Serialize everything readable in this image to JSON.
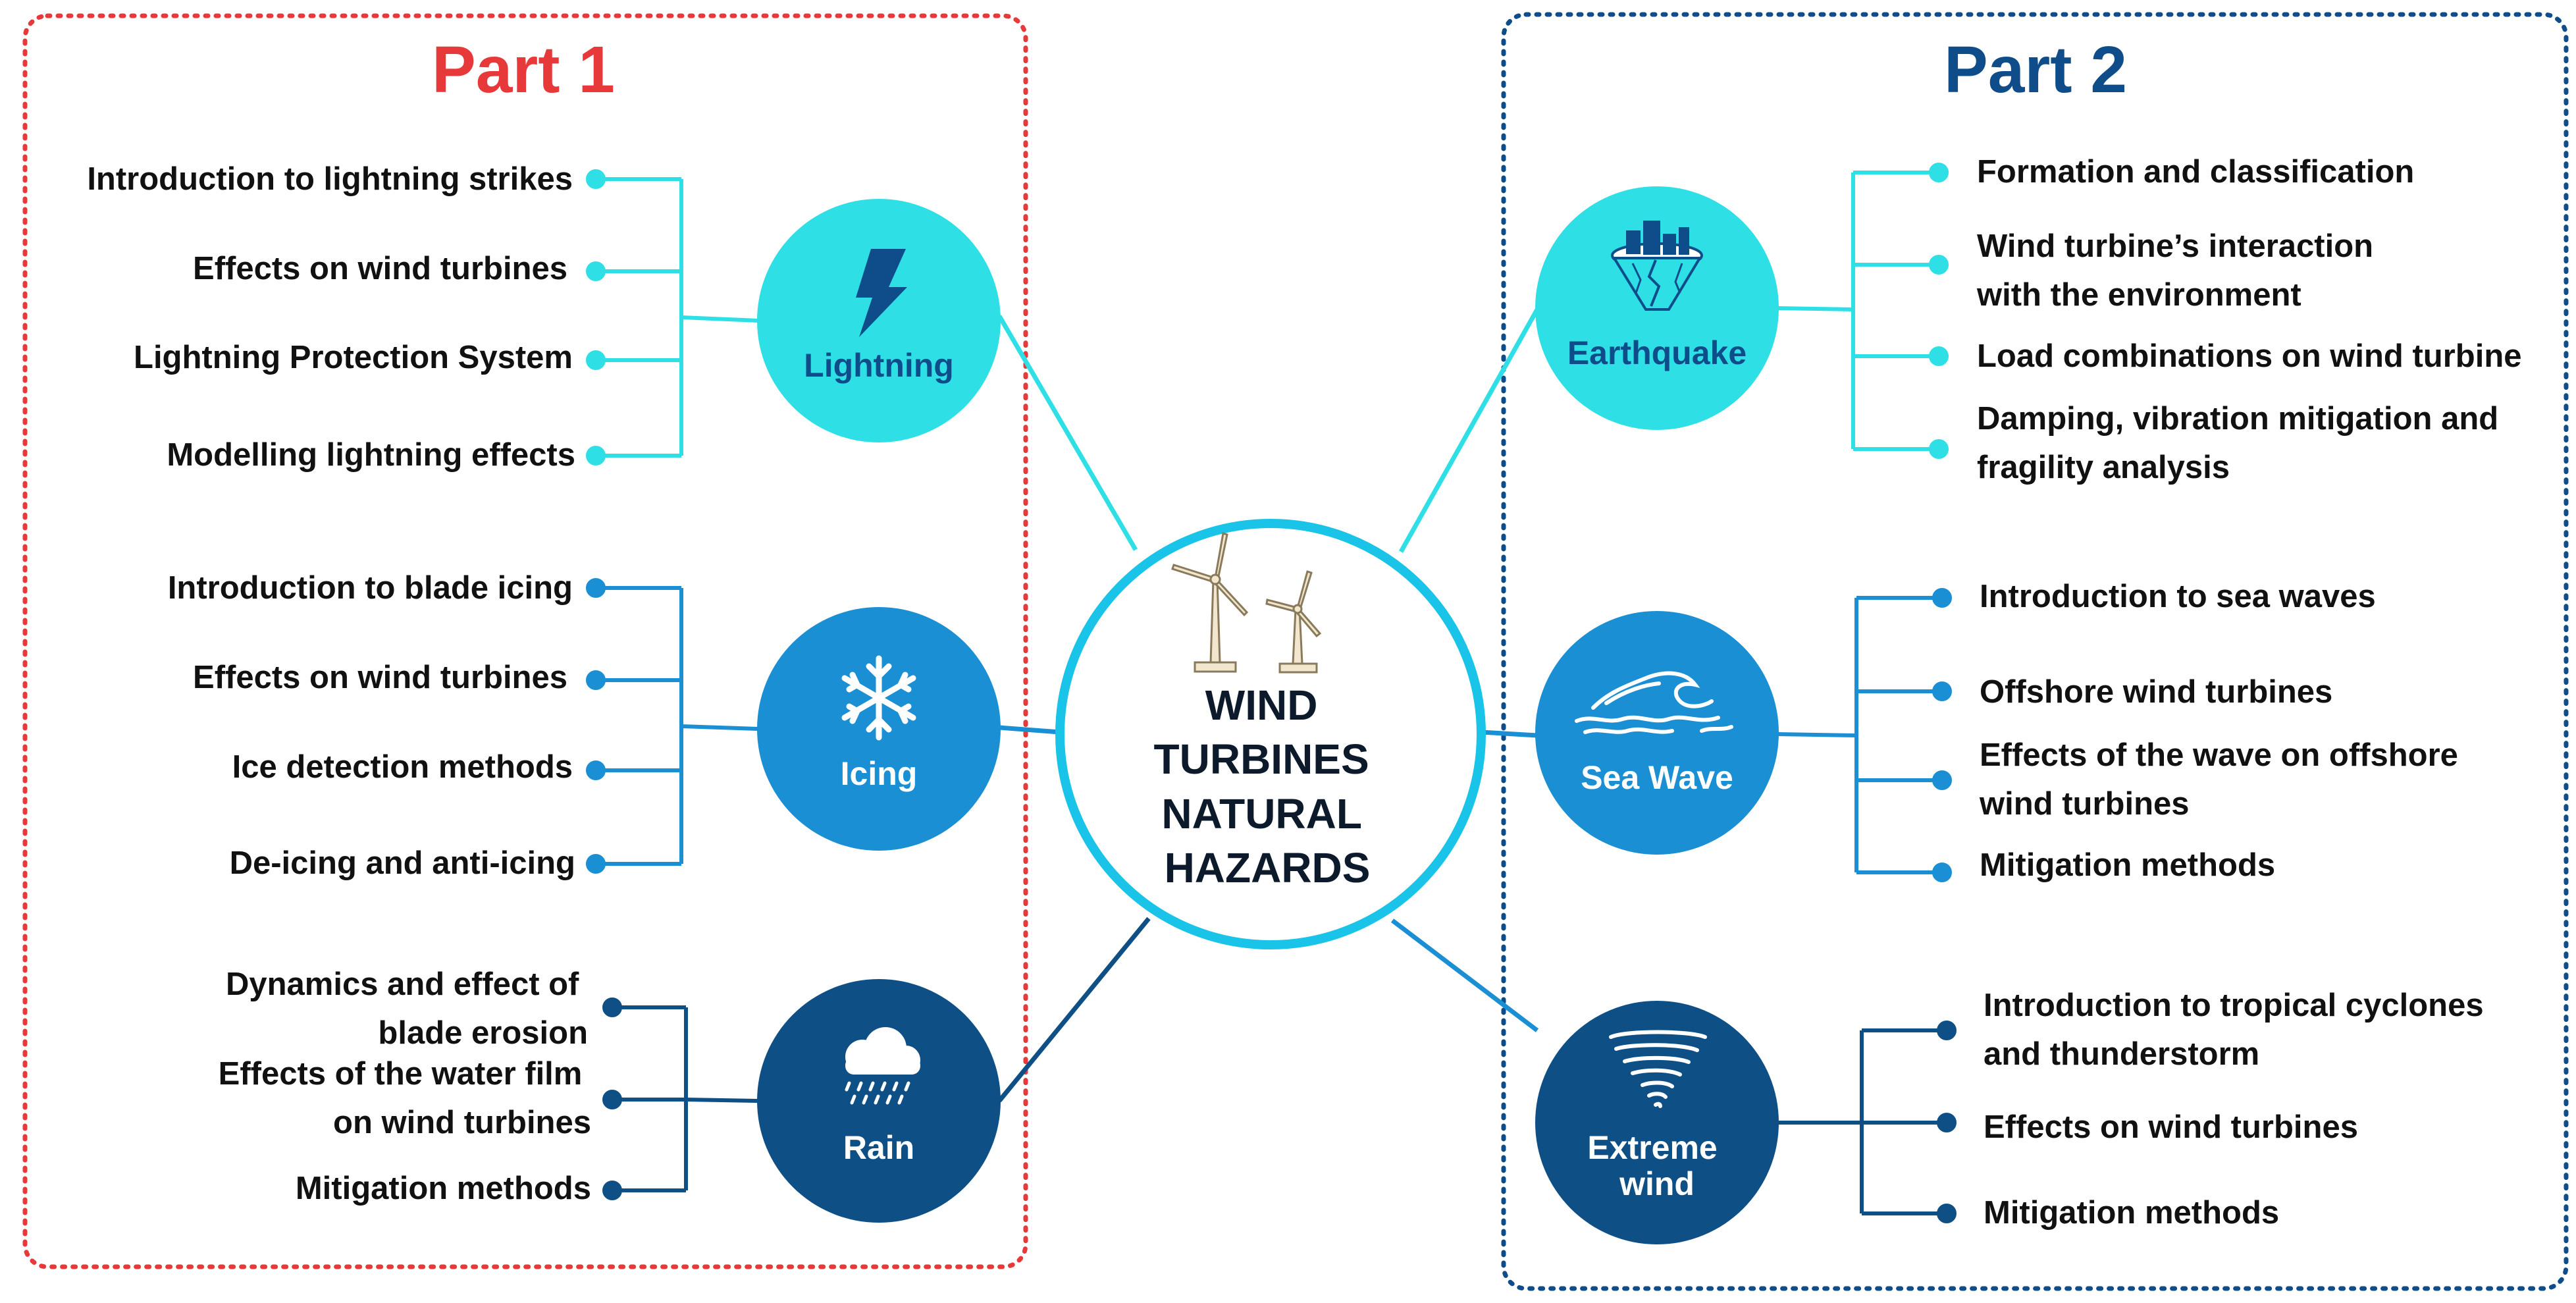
{
  "part1": {
    "title": "Part 1",
    "title_color": "#e8393a",
    "border_color": "#e8393a"
  },
  "part2": {
    "title": "Part 2",
    "title_color": "#0f4d8a",
    "border_color": "#0f4d8a"
  },
  "center": {
    "lines": [
      "WIND",
      "TURBINES",
      "NATURAL",
      "HAZARDS"
    ],
    "ring_color": "#19c4e8",
    "icon": "wind-turbines-icon"
  },
  "hubs": {
    "lightning": {
      "label": "Lightning",
      "icon": "lightning-bolt-icon",
      "color": "#2ee0e6",
      "items": [
        "Introduction to lightning strikes",
        "Effects on wind turbines",
        "Lightning Protection System",
        "Modelling lightning effects"
      ]
    },
    "icing": {
      "label": "Icing",
      "icon": "snowflake-icon",
      "color": "#1b8fd4",
      "items": [
        "Introduction to blade icing",
        "Effects on wind turbines",
        "Ice detection methods",
        "De-icing and anti-icing"
      ]
    },
    "rain": {
      "label": "Rain",
      "icon": "rain-cloud-icon",
      "color": "#0e4f86",
      "items": [
        [
          "Dynamics and effect of",
          "blade erosion"
        ],
        [
          "Effects of the water film",
          "on wind turbines"
        ],
        [
          "Mitigation methods"
        ]
      ]
    },
    "earthquake": {
      "label": "Earthquake",
      "icon": "earthquake-icon",
      "color": "#2ee0e6",
      "items": [
        [
          "Formation and classification"
        ],
        [
          "Wind turbine’s interaction",
          "with the environment"
        ],
        [
          "Load combinations on wind turbine"
        ],
        [
          "Damping, vibration mitigation and",
          "fragility analysis"
        ]
      ]
    },
    "seawave": {
      "label": "Sea Wave",
      "icon": "sea-wave-icon",
      "color": "#1b8fd4",
      "items": [
        [
          "Introduction to sea waves"
        ],
        [
          "Offshore wind turbines"
        ],
        [
          "Effects of the wave on offshore",
          "wind turbines"
        ],
        [
          "Mitigation methods"
        ]
      ]
    },
    "extremewind": {
      "label": [
        "Extreme",
        "wind"
      ],
      "icon": "tornado-icon",
      "color": "#0e4f86",
      "items": [
        [
          "Introduction to tropical cyclones",
          "and thunderstorm"
        ],
        [
          "Effects on wind turbines"
        ],
        [
          "Mitigation methods"
        ]
      ]
    }
  }
}
